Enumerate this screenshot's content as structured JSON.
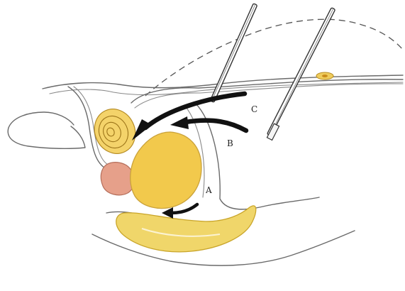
{
  "labels": {
    "a": "A",
    "b": "B",
    "c": "C"
  },
  "colors": {
    "bladder_fill": "#f2c94c",
    "bladder_stroke": "#caa23a",
    "rectum_fill": "#f0d66a",
    "rectum_stroke": "#c9a52a",
    "prostate_fill": "#e6a08a",
    "node_fill": "#efcc5c",
    "outline": "#6a6a6a",
    "arrow": "#111111"
  }
}
